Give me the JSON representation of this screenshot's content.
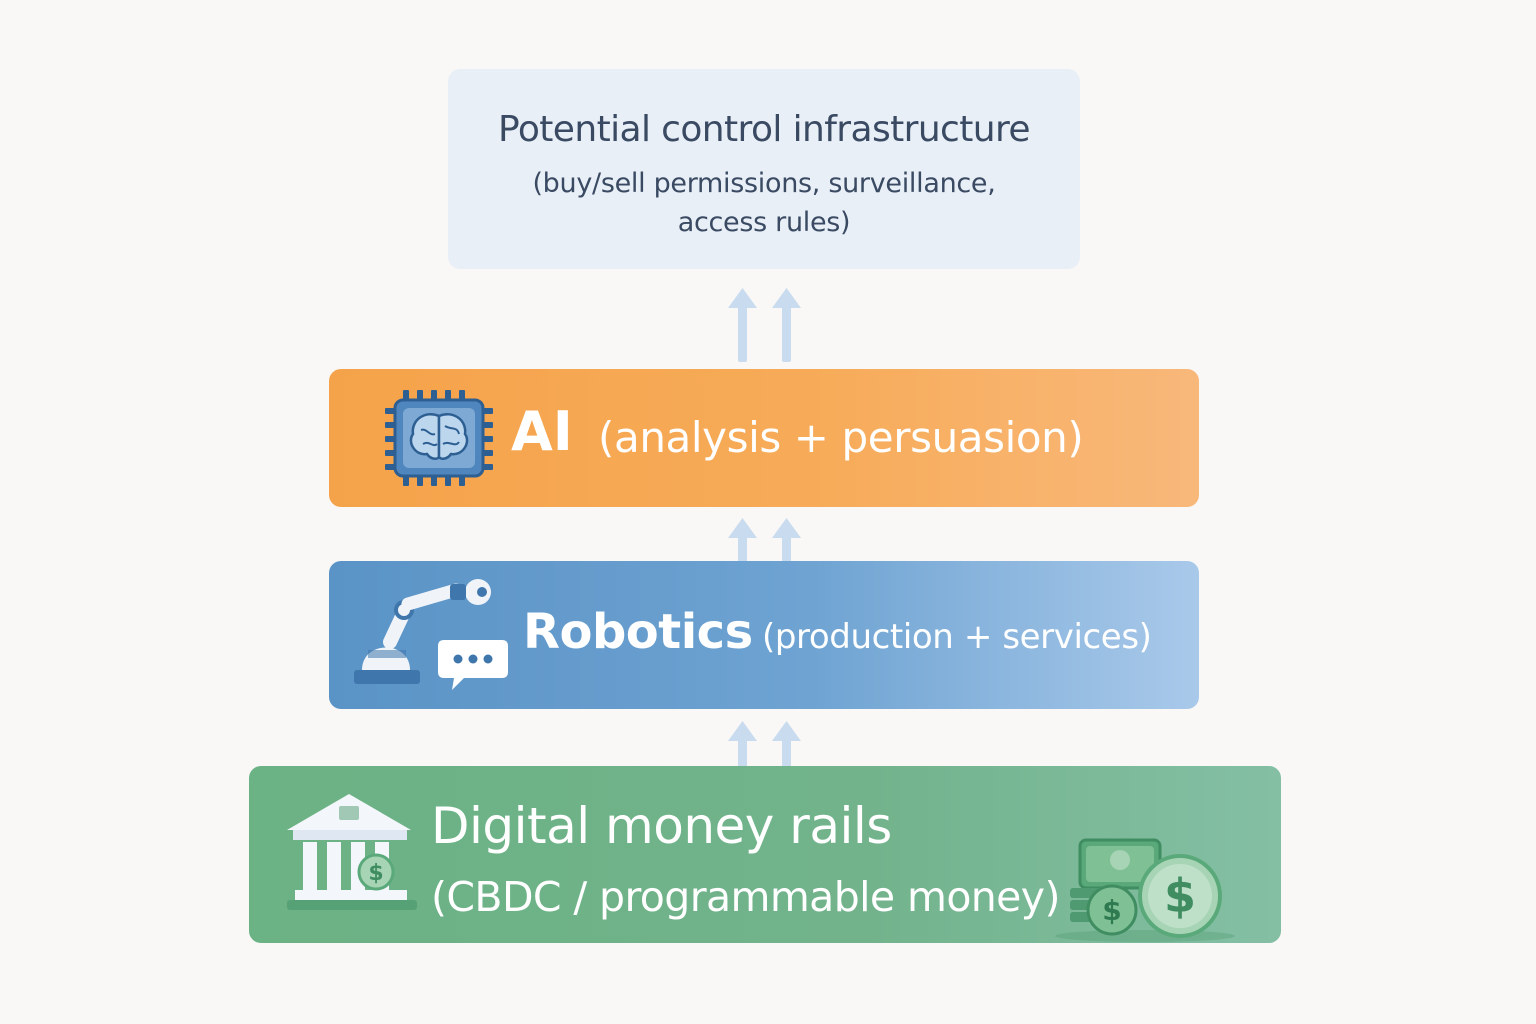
{
  "top": {
    "title": "Potential control infrastructure",
    "line2": "(buy/sell permissions, surveillance,",
    "line3": "access rules)"
  },
  "ai": {
    "label": "AI",
    "sub": "(analysis + persuasion)"
  },
  "robotics": {
    "label": "Robotics",
    "sub": "(production + services)"
  },
  "money": {
    "label": "Digital money rails",
    "sub": "(CBDC / programmable money)"
  },
  "icons": {
    "ai": "ai-chip-brain-icon",
    "robotics": "robot-arm-icon",
    "chat": "chat-bubble-icon",
    "bank": "bank-building-icon",
    "coins": "dollar-coins-icon",
    "arrow": "up-arrow-icon"
  },
  "colors": {
    "top_box": "#e9eff6",
    "ai_box": "#f5a34a",
    "robotics_box": "#5a93c6",
    "money_box": "#6bb284",
    "arrow": "#c9dbee"
  }
}
